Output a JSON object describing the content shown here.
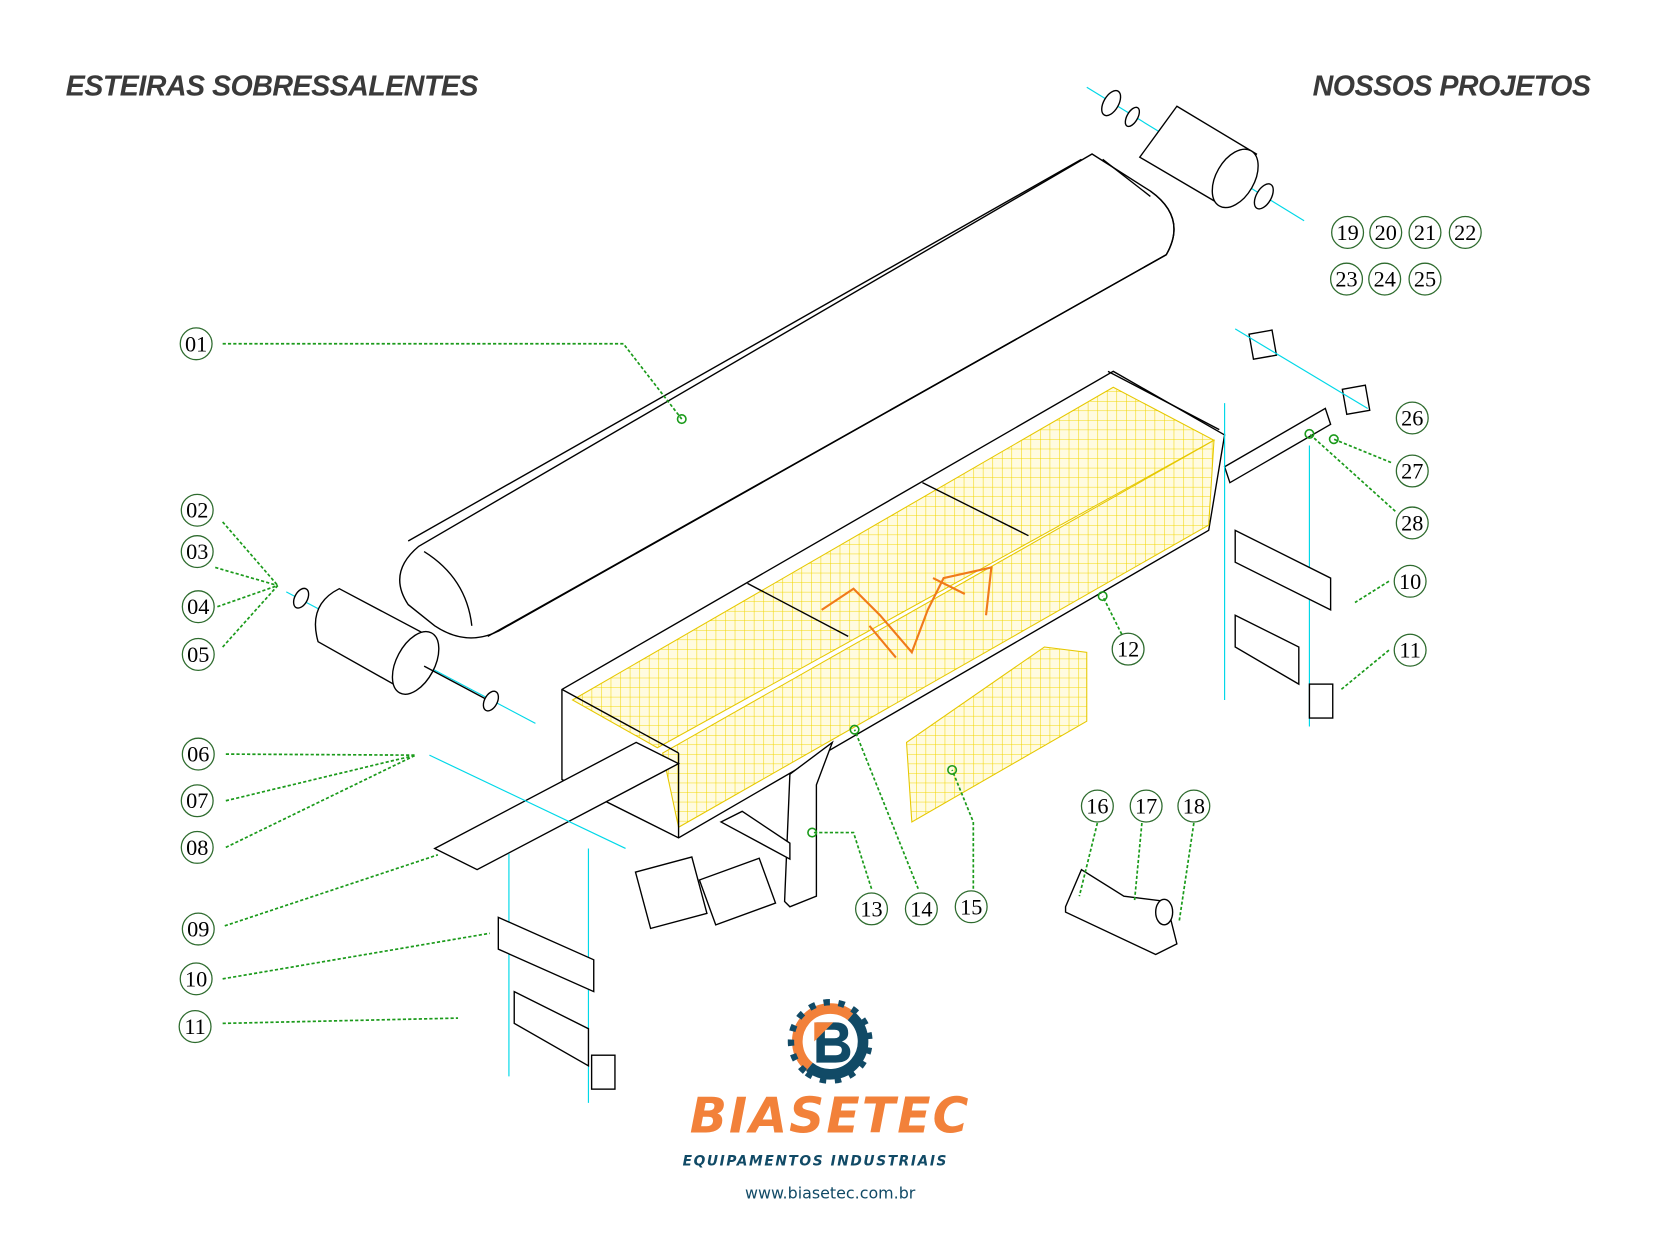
{
  "header": {
    "left_title": "ESTEIRAS SOBRESSALENTES",
    "right_title": "NOSSOS PROJETOS"
  },
  "callouts": {
    "c01": "01",
    "c02": "02",
    "c03": "03",
    "c04": "04",
    "c05": "05",
    "c06": "06",
    "c07": "07",
    "c08": "08",
    "c09": "09",
    "c10a": "10",
    "c11a": "11",
    "c10b": "10",
    "c11b": "11",
    "c12": "12",
    "c13": "13",
    "c14": "14",
    "c15": "15",
    "c16": "16",
    "c17": "17",
    "c18": "18",
    "c19": "19",
    "c20": "20",
    "c21": "21",
    "c22": "22",
    "c23": "23",
    "c24": "24",
    "c25": "25",
    "c26": "26",
    "c27": "27",
    "c28": "28"
  },
  "logo": {
    "brand": "BIASETEC",
    "tagline": "EQUIPAMENTOS INDUSTRIAIS",
    "website": "www.biasetec.com.br",
    "colors": {
      "orange": "#f2813a",
      "navy": "#114a66"
    }
  }
}
